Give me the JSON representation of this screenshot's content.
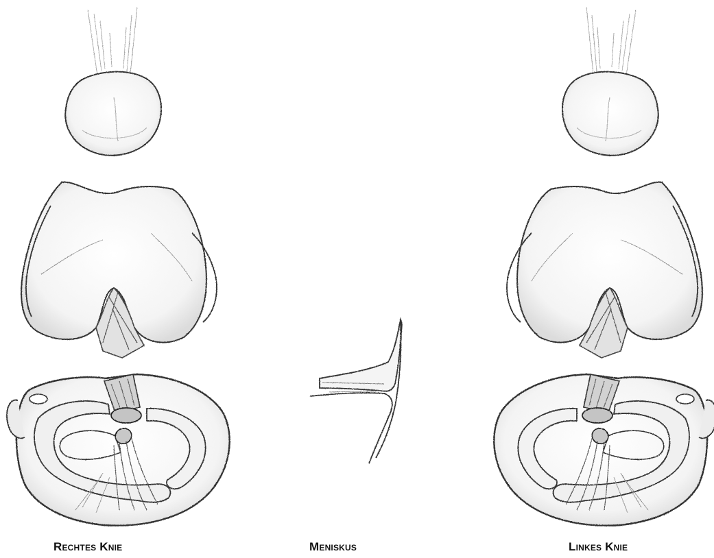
{
  "labels": {
    "right_knee": "Rechtes Knie",
    "meniscus": "Meniskus",
    "left_knee": "Linkes Knie"
  },
  "colors": {
    "background": "#ffffff",
    "pencil_line": "#3a3a3a",
    "shading": "#b8b8b8"
  }
}
